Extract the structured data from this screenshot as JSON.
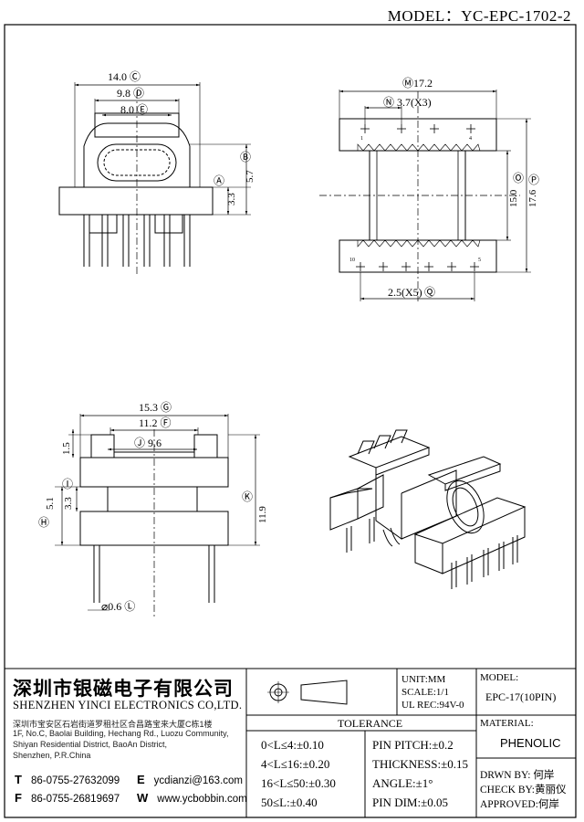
{
  "model_line": "MODEL：YC-EPC-1702-2",
  "views": {
    "front": {
      "dim_14": "14.0 Ⓒ",
      "dim_98": "9.8 Ⓓ",
      "dim_80": "8.0 Ⓔ",
      "dim_A": "Ⓐ",
      "dim_33": "3.3",
      "dim_57": "5.7",
      "dim_B": "Ⓑ"
    },
    "top": {
      "dim_M": "Ⓜ17.2",
      "dim_N": "Ⓝ 3.7(X3)",
      "dim_150": "15.0",
      "dim_O": "Ⓞ",
      "dim_176": "17.6",
      "dim_P": "Ⓟ",
      "dim_25": "2.5(X5)",
      "dim_Q": "Ⓠ",
      "pin_1": "1",
      "pin_4": "4",
      "pin_10": "10",
      "pin_5": "5"
    },
    "side": {
      "dim_153": "15.3 Ⓖ",
      "dim_112": "11.2 Ⓕ",
      "dim_15": "1.5",
      "dim_96": "Ⓙ 9.6",
      "dim_I": "Ⓘ",
      "dim_51": "5.1",
      "dim_33": "3.3",
      "dim_H": "Ⓗ",
      "dim_119": "11.9",
      "dim_K": "Ⓚ",
      "dim_06": "⌀0.6 Ⓛ"
    }
  },
  "title_block": {
    "company_cn": "深圳市银磁电子有限公司",
    "company_en": "SHENZHEN YINCI ELECTRONICS CO,LTD.",
    "address_cn": "深圳市宝安区石岩街道罗租社区合昌路宝来大厦C栋1楼",
    "address_en_1": "1F, No.C, Baolai Building, Hechang Rd., Luozu Community,",
    "address_en_2": "Shiyan Residential District, BaoAn District,",
    "address_en_3": "Shenzhen, P.R.China",
    "tel_label": "T",
    "tel": "86-0755-27632099",
    "fax_label": "F",
    "fax": "86-0755-26819697",
    "email_label": "E",
    "email": "ycdianzi@163.com",
    "web_label": "W",
    "web": "www.ycbobbin.com",
    "unit": "UNIT:MM",
    "scale": "SCALE:1/1",
    "ul": "UL REC:94V-0",
    "model_label": "MODEL:",
    "model_value": "EPC-17(10PIN)",
    "material_label": "MATERIAL:",
    "material_value": "PHENOLIC",
    "tolerance_title": "TOLERANCE",
    "tol_1": "0<L≤4:±0.10",
    "tol_2": "4<L≤16:±0.20",
    "tol_3": "16<L≤50:±0.30",
    "tol_4": "50≤L:±0.40",
    "pin_pitch": "PIN PITCH:±0.2",
    "thickness": "THICKNESS:±0.15",
    "angle": "ANGLE:±1°",
    "pin_dim": "PIN DIM:±0.05",
    "drawn_by": "DRWN BY: 何岸",
    "check_by": "CHECK BY:黄丽仪",
    "approved": "APPROVED:何岸"
  }
}
